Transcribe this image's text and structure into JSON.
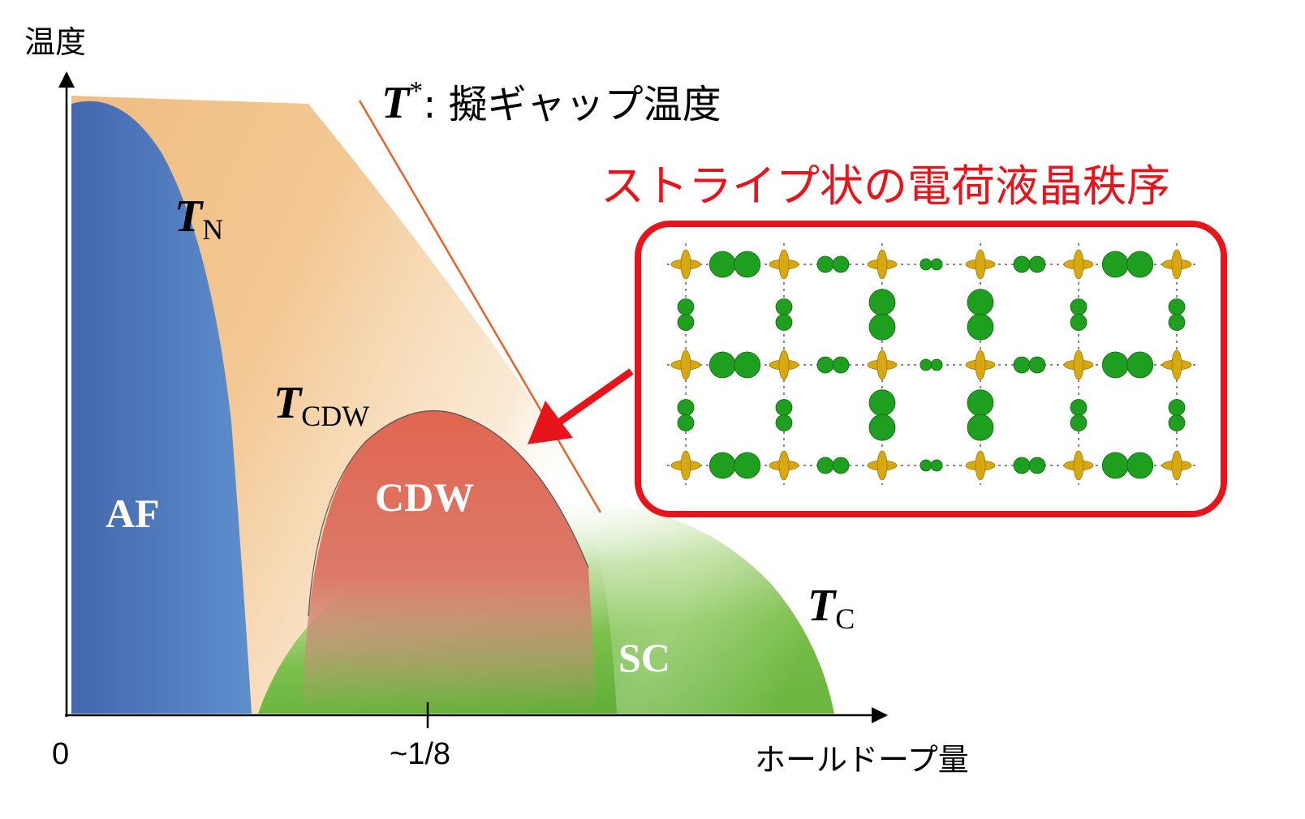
{
  "axes": {
    "y_label": "温度",
    "x_label": "ホールドープ量",
    "x_tick_zero": "0",
    "x_tick_eighth": "~1/8"
  },
  "phases": {
    "af": "AF",
    "cdw": "CDW",
    "sc": "SC"
  },
  "temperatures": {
    "t_symbol": "T",
    "n_sub": "N",
    "cdw_sub": "CDW",
    "c_sub": "C",
    "star_sup": "*",
    "pseudogap_label": ": 擬ギャップ温度"
  },
  "inset": {
    "title": "ストライプ状の電荷液晶秩序"
  },
  "colors": {
    "af_blue": "#4a6fb4",
    "cdw_red": "#e06a55",
    "sc_green": "#6cb340",
    "pseudogap_tan": "#f2c48e",
    "highlight_red": "#e8141c",
    "pseudogap_line": "#e8622a",
    "d_orbital": "#d8a812",
    "p_orbital": "#1f9f1f"
  }
}
